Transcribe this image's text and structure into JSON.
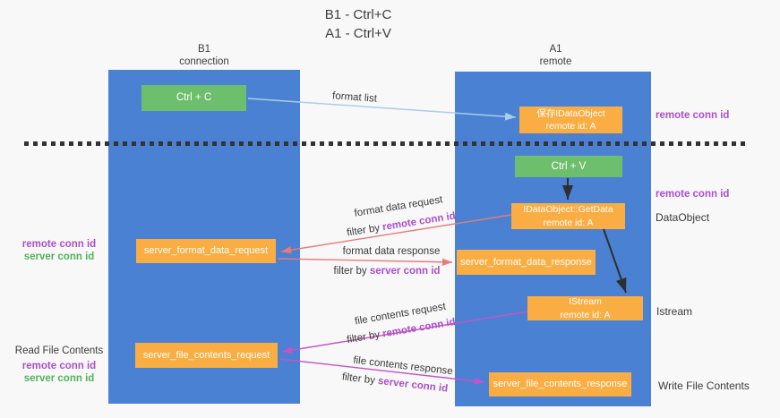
{
  "title": {
    "line1": "B1 - Ctrl+C",
    "line2": "A1 - Ctrl+V"
  },
  "lanes": {
    "b1": {
      "name": "B1",
      "subtitle": "connection"
    },
    "a1": {
      "name": "A1",
      "subtitle": "remote"
    }
  },
  "nodes": {
    "ctrl_c": {
      "label": "Ctrl + C"
    },
    "ctrl_v": {
      "label": "Ctrl + V"
    },
    "save_dataobject": {
      "line1": "保存IDataObject",
      "line2": "remote id: A"
    },
    "getdata": {
      "line1": "IDataObject::GetData",
      "line2": "remote id: A"
    },
    "istream": {
      "line1": "IStream",
      "line2": "remote id: A"
    },
    "server_format_data_request": {
      "label": "server_format_data_request"
    },
    "server_format_data_response": {
      "label": "server_format_data_response"
    },
    "server_file_contents_request": {
      "label": "server_file_contents_request"
    },
    "server_file_contents_response": {
      "label": "server_file_contents_response"
    }
  },
  "arrow_labels": {
    "format_list": "format list",
    "format_data_request": "format data request",
    "format_data_request_filter": {
      "prefix": "filter by ",
      "key": "remote conn id"
    },
    "format_data_response": "format data response",
    "format_data_response_filter": {
      "prefix": "filter by ",
      "key": "server conn id"
    },
    "file_contents_request": "file contents request",
    "file_contents_request_filter": {
      "prefix": "filter by ",
      "key": "remote conn id"
    },
    "file_contents_response": "file contents response",
    "file_contents_response_filter": {
      "prefix": "filter by ",
      "key": "server conn id"
    }
  },
  "side_labels": {
    "right_top_remote_conn_id": "remote conn id",
    "right_mid_remote_conn_id": "remote conn id",
    "dataobject": "DataObject",
    "istream": "Istream",
    "write_file_contents": "Write File Contents",
    "left_top": {
      "remote": "remote conn id",
      "server": "server conn id"
    },
    "left_bottom": {
      "title": "Read File Contents",
      "remote": "remote conn id",
      "server": "server conn id"
    }
  },
  "colors": {
    "lane_blue": "#4a81d3",
    "node_green": "#6dbf6d",
    "node_orange": "#f9ad42",
    "text_purple": "#ab4fc8",
    "text_green": "#52b25c",
    "arrow_lightblue": "#a9cde8",
    "arrow_black": "#2f2f2f",
    "arrow_red": "#e87a78",
    "arrow_magenta": "#c653c6"
  }
}
